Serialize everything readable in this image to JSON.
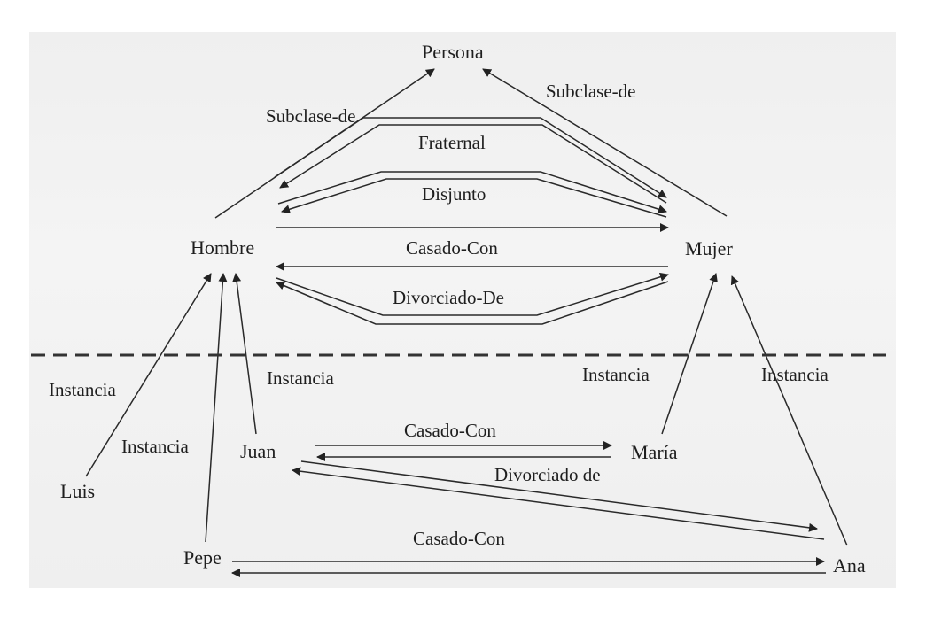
{
  "nodes": {
    "persona": "Persona",
    "hombre": "Hombre",
    "mujer": "Mujer",
    "juan": "Juan",
    "maria": "María",
    "luis": "Luis",
    "pepe": "Pepe",
    "ana": "Ana"
  },
  "relations": {
    "subclase_left": "Subclase-de",
    "subclase_right": "Subclase-de",
    "fraternal": "Fraternal",
    "disjunto": "Disjunto",
    "casado_con_top": "Casado-Con",
    "divorciado_de_top": "Divorciado-De",
    "instancia_luis": "Instancia",
    "instancia_pepe": "Instancia",
    "instancia_juan": "Instancia",
    "instancia_maria": "Instancia",
    "instancia_ana": "Instancia",
    "casado_con_juan_maria": "Casado-Con",
    "divorciado_de_juan_ana": "Divorciado de",
    "casado_con_pepe_ana": "Casado-Con"
  }
}
